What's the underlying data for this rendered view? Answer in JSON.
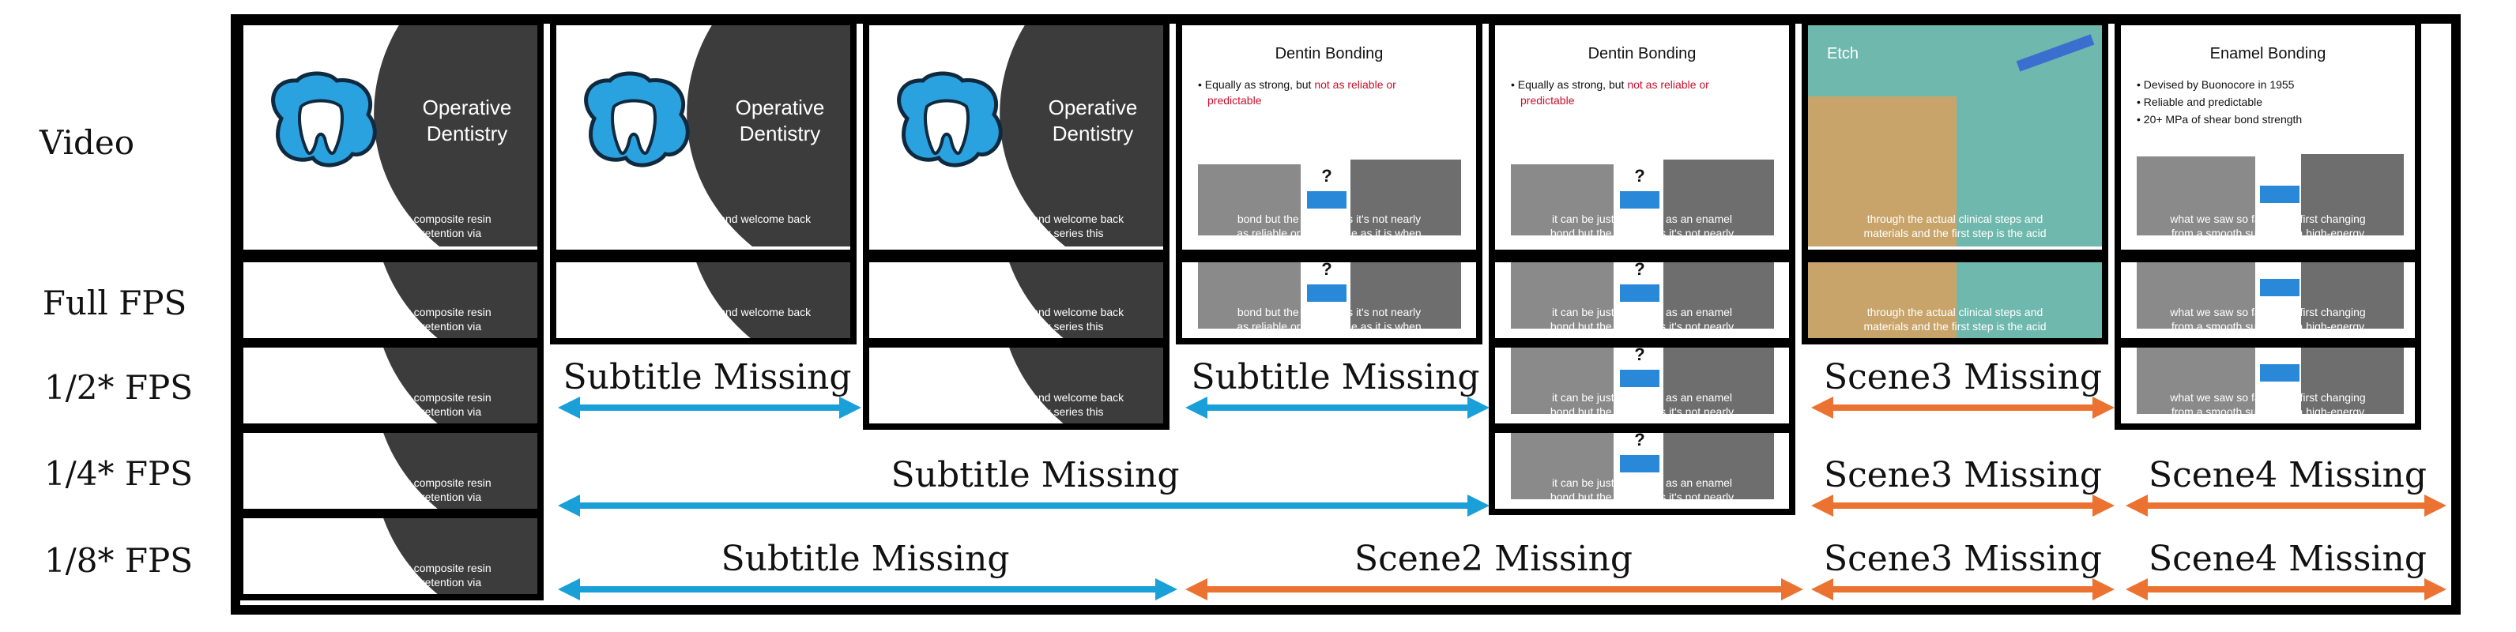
{
  "rows": [
    {
      "label": "Video"
    },
    {
      "label": "Full FPS"
    },
    {
      "label": "1/2* FPS"
    },
    {
      "label": "1/4* FPS"
    },
    {
      "label": "1/8* FPS"
    }
  ],
  "slides": [
    {
      "kind": "operative",
      "title_line1": "Operative",
      "title_line2": "Dentistry",
      "sub1": "start with composite now composite resin",
      "sub2": "has the added benefit of retention via"
    },
    {
      "kind": "operative",
      "title_line1": "Operative",
      "title_line2": "Dentistry",
      "sub1": "hey everyone Ryan here and welcome back",
      "sub2": ""
    },
    {
      "kind": "operative",
      "title_line1": "Operative",
      "title_line2": "Dentistry",
      "sub1": "hey everyone Ryan here and welcome back",
      "sub2": "to our operative dentistry series this"
    },
    {
      "kind": "bonding",
      "title": "Dentin Bonding",
      "bullet_black": "Equally as strong, but ",
      "bullet_red": "not as reliable or",
      "bullet_red2": "predictable",
      "sub1": "bond but the problem is it's not nearly",
      "sub2": "as reliable or predictable as it is when"
    },
    {
      "kind": "bonding",
      "title": "Dentin Bonding",
      "bullet_black": "Equally as strong, but ",
      "bullet_red": "not as reliable or",
      "bullet_red2": "predictable",
      "sub1": "it can be just as strong as an enamel",
      "sub2": "bond but the problem is it's not nearly"
    },
    {
      "kind": "etch",
      "title": "Etch",
      "sub1": "through the actual clinical steps and",
      "sub2": "materials and the first step is the acid"
    },
    {
      "kind": "enamel",
      "title": "Enamel Bonding",
      "bullets": [
        "Devised by Buonocore in 1955",
        "Reliable and predictable",
        "20+ MPa of shear bond strength"
      ],
      "sub1": "what we saw so far is that first changing",
      "sub2": "from a smooth surface to a high-energy"
    }
  ],
  "labels": {
    "subtitle_missing": "Subtitle Missing",
    "scene2_missing": "Scene2 Missing",
    "scene3_missing": "Scene3 Missing",
    "scene4_missing": "Scene4 Missing"
  },
  "colors": {
    "blue_arrow": "#1aa0d8",
    "orange_arrow": "#ec7231",
    "dark_slide": "#3c3c3c",
    "etch_bg": "#6fb8ad",
    "frame_border": "#000000"
  }
}
